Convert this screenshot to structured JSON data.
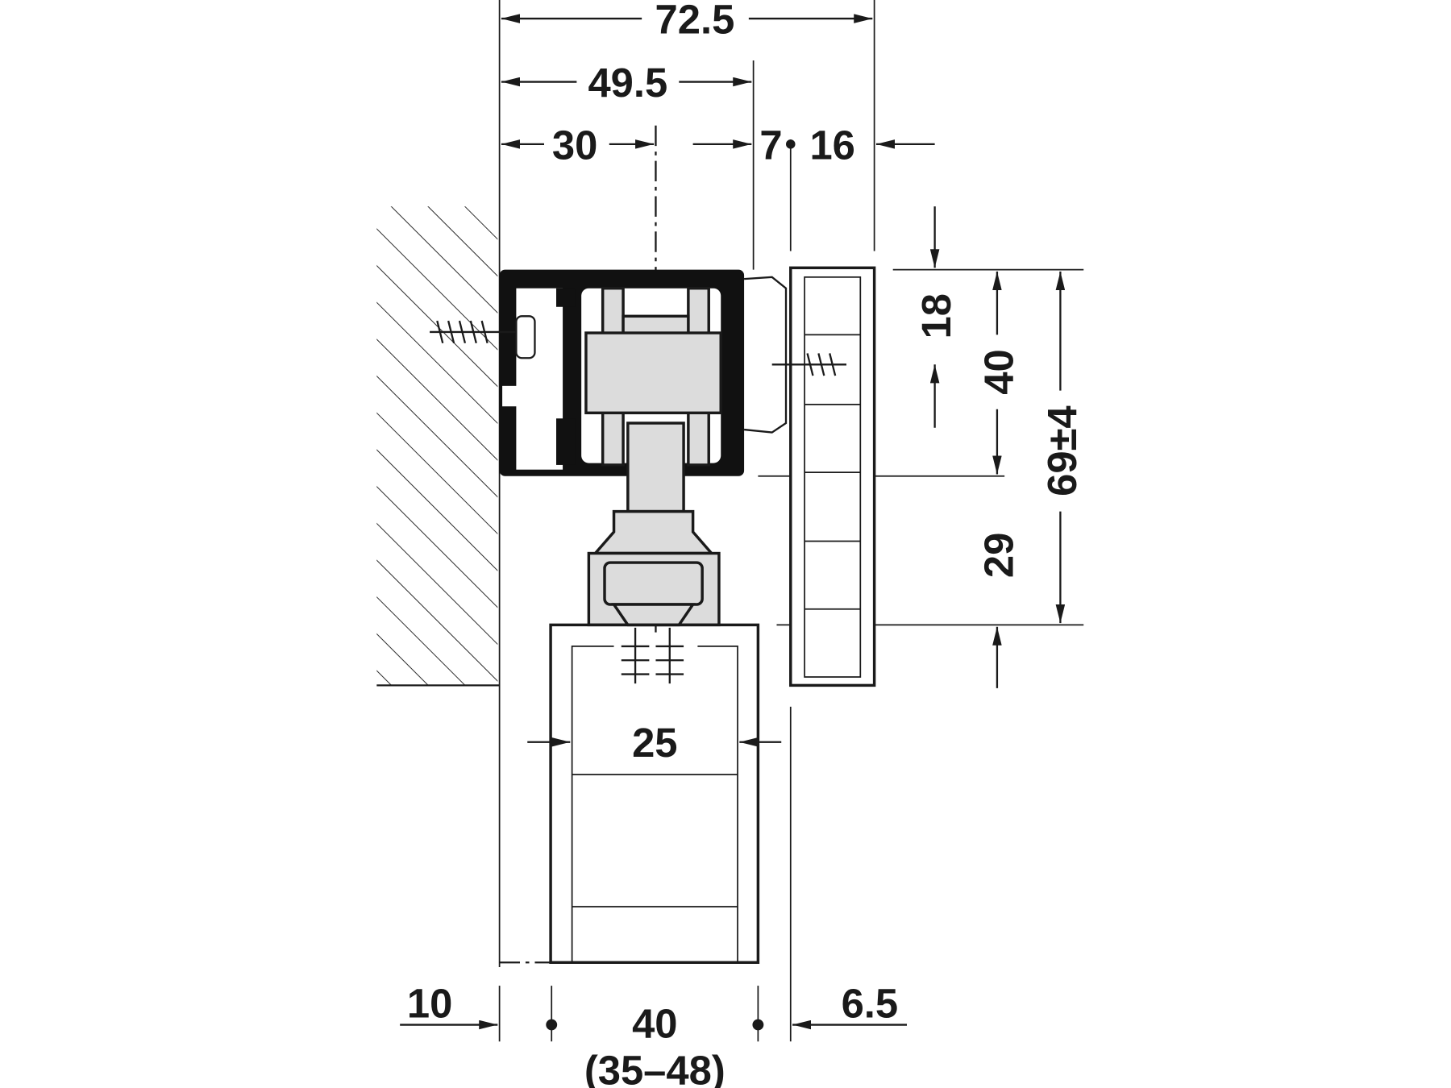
{
  "dimensions": {
    "overall_width": "72.5",
    "rail_width": "49.5",
    "rail_center": "30",
    "gap": "7",
    "panel_offset": "16",
    "top_offset": "18",
    "rail_height": "40",
    "total_height": "69±4",
    "lower_height": "29",
    "door_inner": "25",
    "wall_offset": "10",
    "door_thickness": "40",
    "door_thickness_range": "(35–48)",
    "panel_thickness": "6.5"
  },
  "colors": {
    "line": "#1a1a1a",
    "part_fill": "#dcdcdc"
  }
}
